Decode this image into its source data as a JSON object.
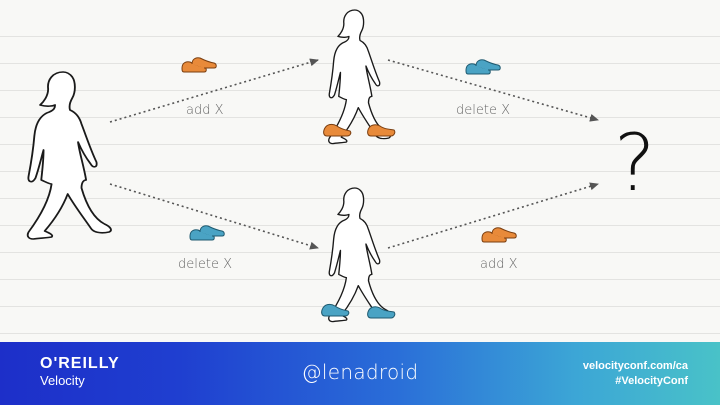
{
  "diagram": {
    "labels": {
      "top_left": "add X",
      "top_right": "delete X",
      "bottom_left": "delete X",
      "bottom_right": "add X",
      "result": "?"
    }
  },
  "footer": {
    "brand": "O'REILLY",
    "product": "Velocity",
    "handle": "@lenadroid",
    "url": "velocityconf.com/ca",
    "hashtag": "#VelocityConf"
  },
  "colors": {
    "orange_shoes": "#e88a3a",
    "blue_shoes": "#4aa3c4",
    "arrow": "#555555"
  }
}
